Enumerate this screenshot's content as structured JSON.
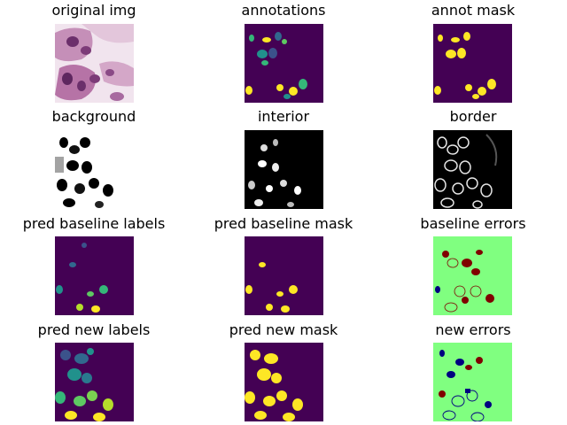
{
  "figure": {
    "panels": [
      {
        "title": "original img",
        "content": "h&e-stained-tissue-image"
      },
      {
        "title": "annotations",
        "content": "labeled-instance-map"
      },
      {
        "title": "annot mask",
        "content": "binary-mask"
      },
      {
        "title": "background",
        "content": "background-probability-map"
      },
      {
        "title": "interior",
        "content": "interior-probability-map"
      },
      {
        "title": "border",
        "content": "border-probability-map"
      },
      {
        "title": "pred baseline labels",
        "content": "labeled-instance-map"
      },
      {
        "title": "pred baseline mask",
        "content": "binary-mask"
      },
      {
        "title": "baseline errors",
        "content": "error-map"
      },
      {
        "title": "pred new labels",
        "content": "labeled-instance-map"
      },
      {
        "title": "pred new mask",
        "content": "binary-mask"
      },
      {
        "title": "new errors",
        "content": "error-map"
      }
    ],
    "colors": {
      "viridis_bg": "#440154",
      "viridis_yellow": "#fde725",
      "viridis_teal": "#21918c",
      "viridis_green": "#5ec962",
      "viridis_blue": "#3b528b",
      "error_green": "#80ff80",
      "error_red": "#800000",
      "error_blue": "#000080",
      "tissue_pink": "#d9a9c9",
      "tissue_purple": "#6b2f6b"
    }
  }
}
